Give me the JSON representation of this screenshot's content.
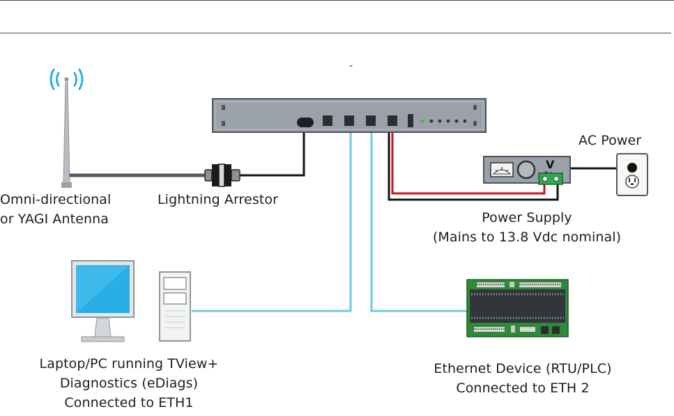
{
  "colors": {
    "ethernet_cable": "#6cc8ea",
    "power_positive": "#c8141e",
    "power_negative": "#111111",
    "radio_chassis": "#9aa1a8",
    "monitor_screen": "#29aee6",
    "rtu_board": "#2e8a3a",
    "antenna_signal": "#29aee6"
  },
  "diagram": {
    "top_mark": "-",
    "power_supply_terminal": "V",
    "power_supply_polarity": "+ -"
  },
  "labels": {
    "antenna": {
      "line1": "Omni-directional",
      "line2": "or YAGI Antenna"
    },
    "arrestor": "Lightning Arrestor",
    "ac_power": "AC Power",
    "power_supply": {
      "line1": "Power Supply",
      "line2": "(Mains to 13.8 Vdc nominal)"
    },
    "pc": {
      "line1": "Laptop/PC running TView+",
      "line2": "Diagnostics (eDiags)",
      "line3": "Connected to ETH1"
    },
    "rtu": {
      "line1": "Ethernet Device (RTU/PLC)",
      "line2": "Connected to ETH 2"
    }
  }
}
